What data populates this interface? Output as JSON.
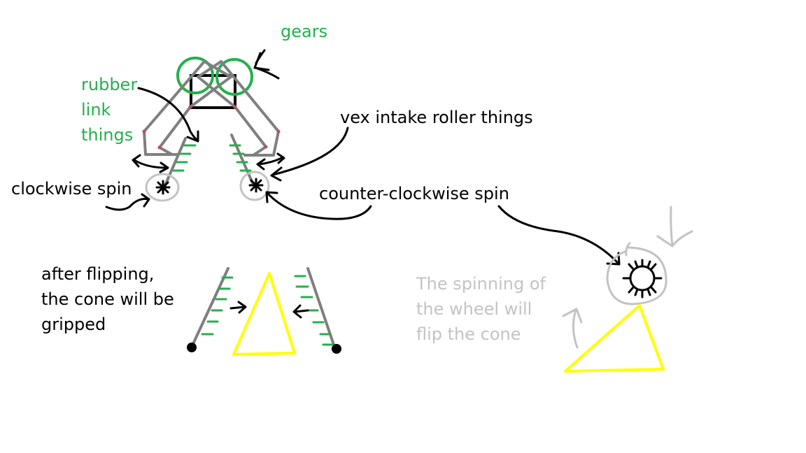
{
  "labels": {
    "gears": "gears",
    "rubber_link": [
      "rubber",
      "link",
      "things"
    ],
    "vex_intake": "vex intake roller things",
    "clockwise": "clockwise spin",
    "counter_clockwise": "counter-clockwise spin",
    "after_flipping": [
      "after flipping,",
      "the cone will be",
      "gripped"
    ],
    "spinning_wheel": [
      "The spinning of",
      "the wheel will",
      "flip the cone"
    ]
  },
  "colors": {
    "green": "#22b14c",
    "gray": "#c3c3c3",
    "arm_gray": "#7f7f7f",
    "yellow": "#ffff00",
    "black": "#000000",
    "joint_red": "#c0504d"
  }
}
